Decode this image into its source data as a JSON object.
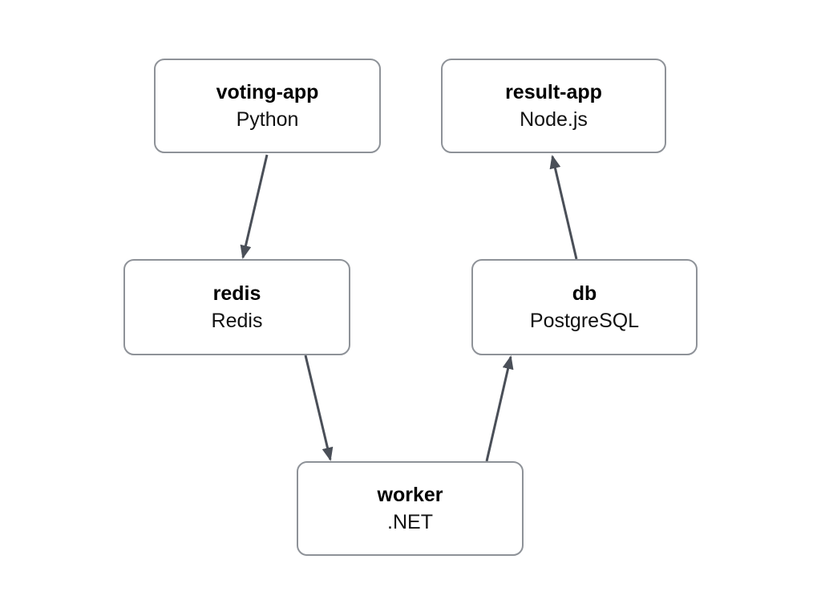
{
  "diagram": {
    "nodes": [
      {
        "id": "voting-app",
        "title": "voting-app",
        "subtitle": "Python"
      },
      {
        "id": "result-app",
        "title": "result-app",
        "subtitle": "Node.js"
      },
      {
        "id": "redis",
        "title": "redis",
        "subtitle": "Redis"
      },
      {
        "id": "db",
        "title": "db",
        "subtitle": "PostgreSQL"
      },
      {
        "id": "worker",
        "title": "worker",
        "subtitle": ".NET"
      }
    ],
    "edges": [
      {
        "from": "voting-app",
        "to": "redis"
      },
      {
        "from": "redis",
        "to": "worker"
      },
      {
        "from": "worker",
        "to": "db"
      },
      {
        "from": "db",
        "to": "result-app"
      }
    ],
    "colors": {
      "background": "#ffffff",
      "node_fill": "#ffffff",
      "node_border": "#8e9298",
      "arrow": "#4a4f58",
      "text": "#000000"
    }
  }
}
